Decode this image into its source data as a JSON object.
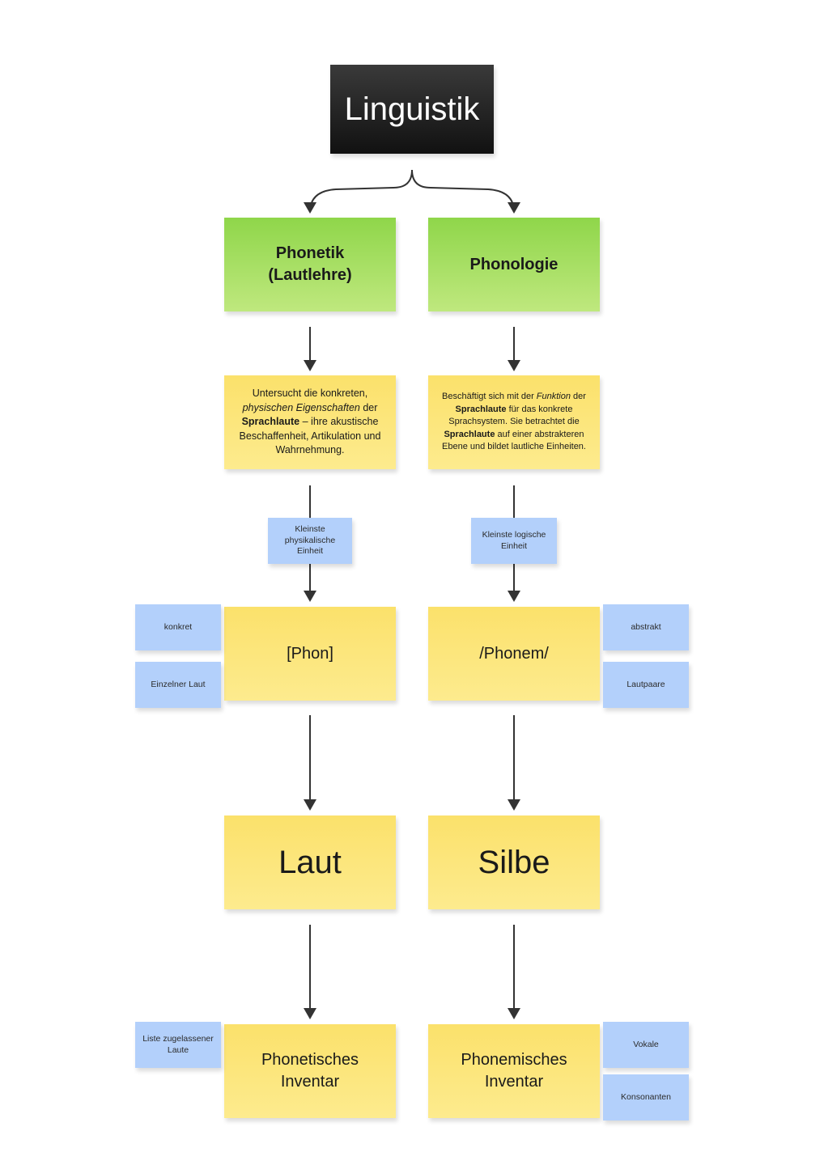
{
  "title": "Linguistik",
  "phonetik": {
    "line1": "Phonetik",
    "line2": "(Lautlehre)"
  },
  "phonologie": {
    "label": "Phonologie"
  },
  "desc_phonetik": {
    "t1": "Untersucht die konkreten,",
    "t2_italic": "physischen Eigenschaften",
    "t3": " der",
    "t4_bold": "Sprachlaute",
    "t5": " – ihre akustische Beschaffenheit, Artikulation und Wahrnehmung."
  },
  "desc_phonologie": {
    "t1": "Beschäftigt  sich mit der ",
    "t2_italic": "Funktion",
    "t3": " der ",
    "t4_bold": "Sprachlaute",
    "t5": " für das konkrete Sprachsystem. Sie betrachtet die ",
    "t6_bold": "Sprachlaute",
    "t7": " auf einer abstrakteren Ebene und bildet lautliche Einheiten."
  },
  "unit_left": "Kleinste physikalische Einheit",
  "unit_right": "Kleinste logische Einheit",
  "phon": "[Phon]",
  "phonem": "/Phonem/",
  "tags_left": [
    "konkret",
    "Einzelner Laut"
  ],
  "tags_right": [
    "abstrakt",
    "Lautpaare"
  ],
  "laut": "Laut",
  "silbe": "Silbe",
  "inventar_left": {
    "line1": "Phonetisches",
    "line2": "Inventar"
  },
  "inventar_right": {
    "line1": "Phonemisches",
    "line2": "Inventar"
  },
  "tag_inventar_left": "Liste zugelassener Laute",
  "tags_inventar_right": [
    "Vokale",
    "Konsonanten"
  ],
  "colors": {
    "title_bg": "#1a1a1a",
    "green": "#a6dd5f",
    "yellow": "#fce57a",
    "blue": "#b3d0fb",
    "arrow": "#333333"
  }
}
